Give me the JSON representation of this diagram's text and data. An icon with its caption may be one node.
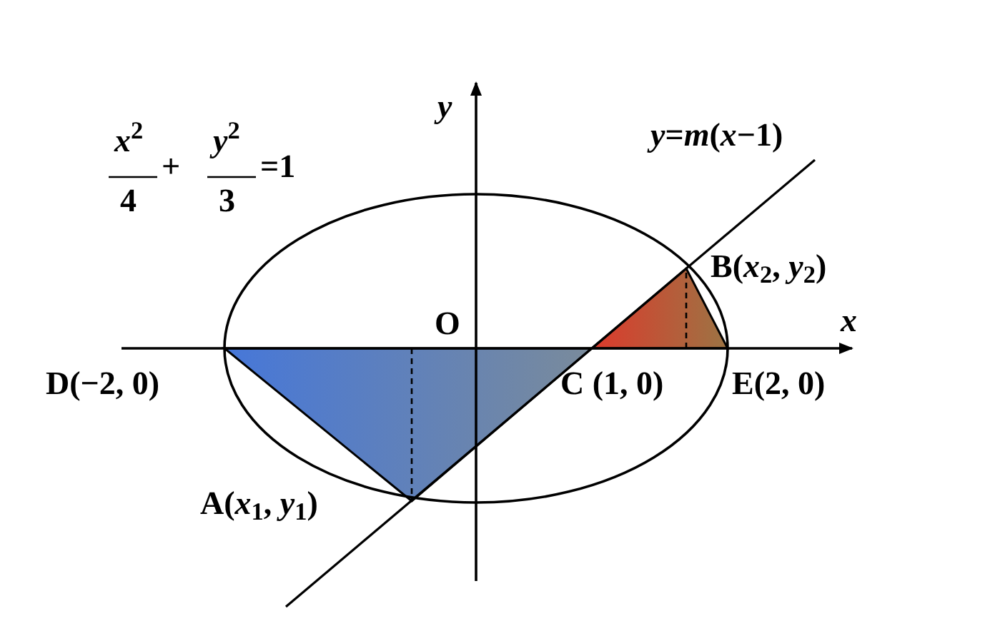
{
  "diagram": {
    "labels": [
      "*y*",
      "*x*$^{2}$",
      "4",
      "+",
      "*y*$^{2}$",
      "3",
      "=1",
      "*y*=*m*(*x*−1)",
      "O",
      "B(*x*$_{2}$, *y*$_{2}$)",
      "*x*",
      "D(−2, 0)",
      "C (1, 0)",
      "E(2, 0)",
      "A(*x*$_{1}$, *y*$_{1}$)"
    ]
  }
}
